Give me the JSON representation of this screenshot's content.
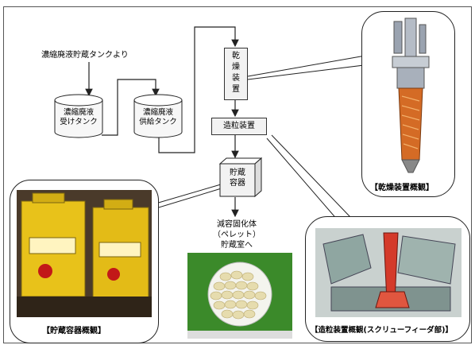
{
  "source_label": "濃縮廃液貯蔵タンクより",
  "tank1": {
    "line1": "濃縮廃液",
    "line2": "受けタンク"
  },
  "tank2": {
    "line1": "濃縮廃液",
    "line2": "供給タンク"
  },
  "dryer": {
    "c1": "乾",
    "c2": "燥",
    "c3": "装",
    "c4": "置"
  },
  "granulator": {
    "label": "造粒装置"
  },
  "storage": {
    "line1": "貯蔵",
    "line2": "容器"
  },
  "output": {
    "line1": "減容固化体",
    "line2": "（ペレット）",
    "line3": "貯蔵室へ"
  },
  "captions": {
    "dryer": "【乾燥装置概観】",
    "storage": "【貯蔵容器概観】",
    "granulator": "【造粒装置概観(スクリューフィーダ部)】"
  },
  "colors": {
    "line": "#222222",
    "box_fill": "#f2f2f2",
    "container_yellow": "#e8c21a",
    "pellet": "#e9dfb0"
  }
}
